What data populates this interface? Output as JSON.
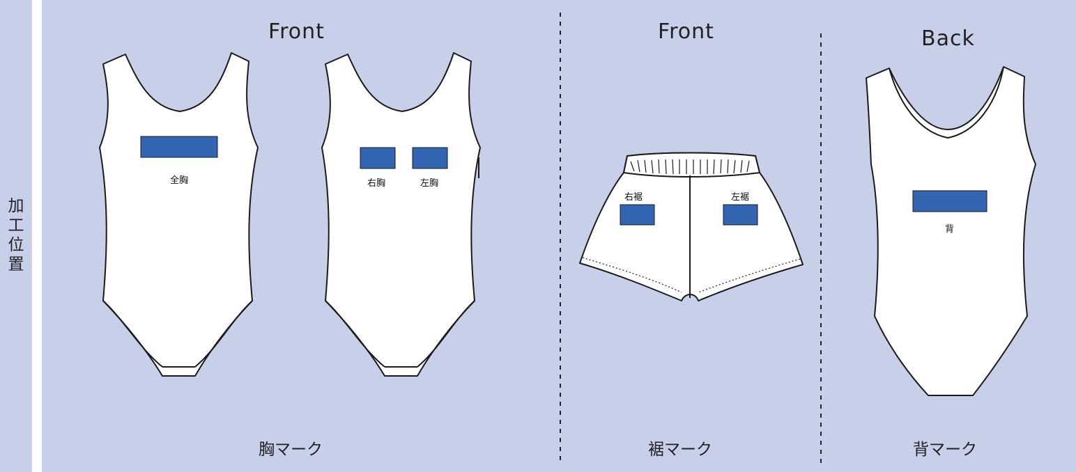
{
  "side_label": [
    "加",
    "工",
    "位",
    "置"
  ],
  "headings": {
    "front_1": "Front",
    "front_2": "Front",
    "back": "Back"
  },
  "captions": {
    "chest": "胸マーク",
    "hem": "裾マーク",
    "back": "背マーク"
  },
  "marks": {
    "full_chest": "全胸",
    "right_chest": "右胸",
    "left_chest": "左胸",
    "right_hem": "右裾",
    "left_hem": "左裾",
    "back": "背"
  },
  "colors": {
    "panel": "#c7cfe9",
    "mark": "#3465b2",
    "garment": "#ffffff",
    "outline": "#1a1a1a"
  }
}
